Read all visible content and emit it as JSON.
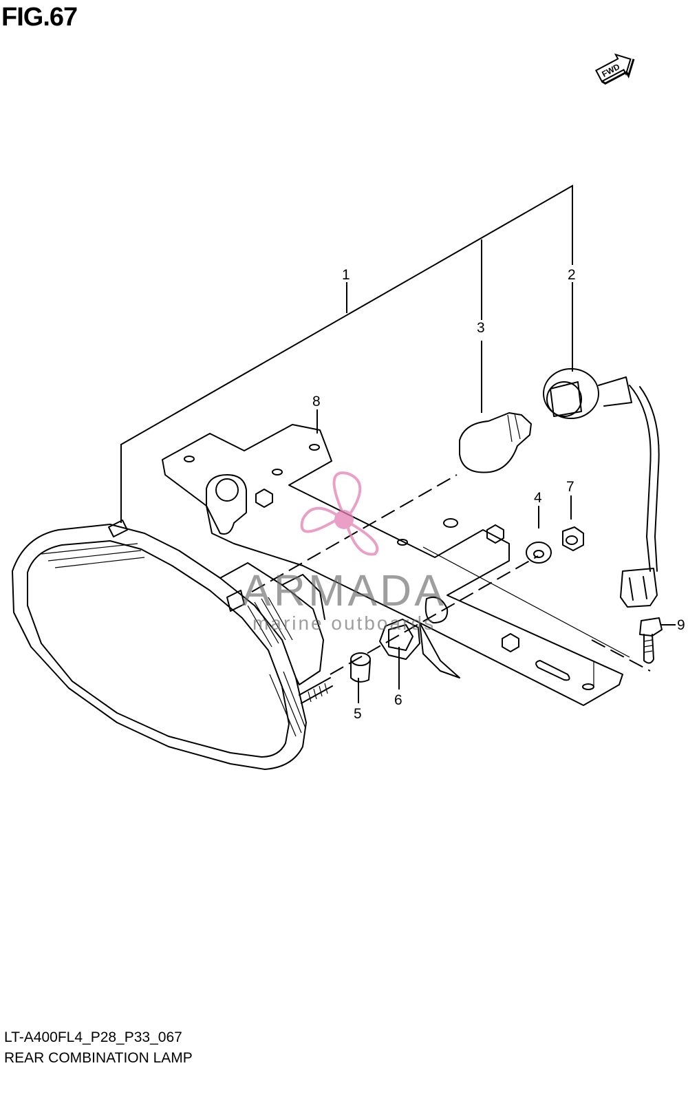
{
  "figure": {
    "title": "FIG.67"
  },
  "direction_badge": {
    "label": "FWD"
  },
  "watermark": {
    "brand": "ARMADA",
    "tagline": "marine outboards",
    "accent_color": "#e37fb5"
  },
  "parts": [
    {
      "id": "1",
      "label": "1"
    },
    {
      "id": "2",
      "label": "2"
    },
    {
      "id": "3",
      "label": "3"
    },
    {
      "id": "4",
      "label": "4"
    },
    {
      "id": "5",
      "label": "5"
    },
    {
      "id": "6",
      "label": "6"
    },
    {
      "id": "7",
      "label": "7"
    },
    {
      "id": "8",
      "label": "8"
    },
    {
      "id": "9",
      "label": "9"
    }
  ],
  "footer": {
    "code": "LT-A400FL4_P28_P33_067",
    "caption": "REAR COMBINATION LAMP"
  }
}
